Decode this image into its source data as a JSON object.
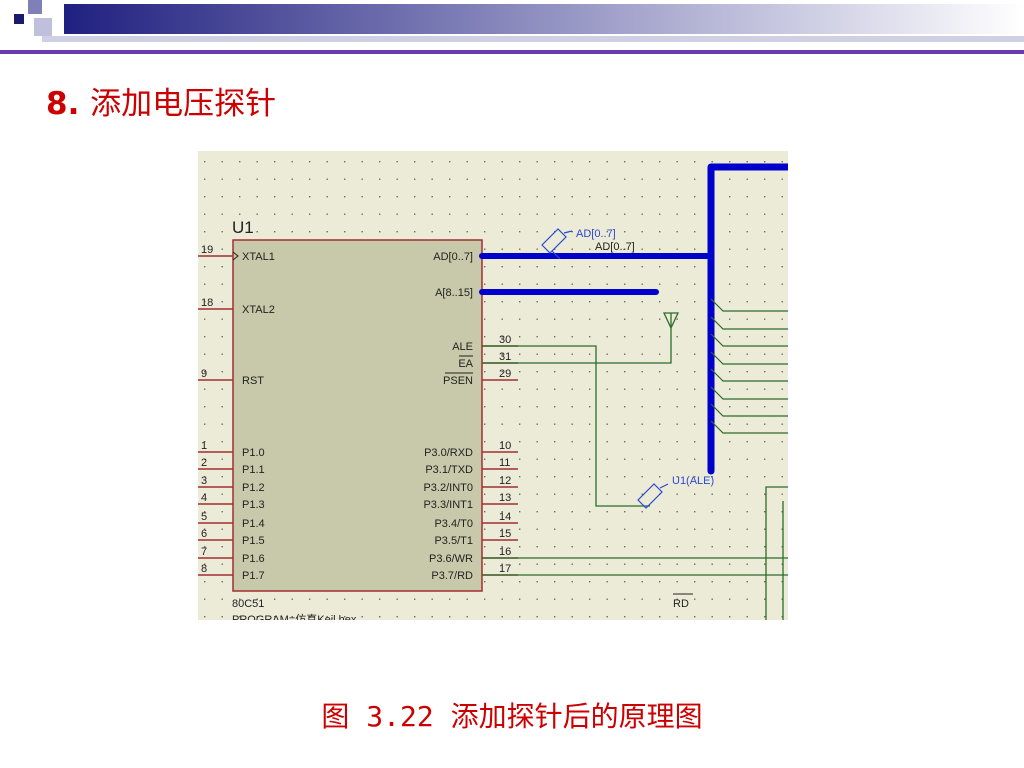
{
  "slide": {
    "title_number": "8.",
    "title_text": "添加电压探针",
    "caption": "图 3.22 添加探针后的原理图"
  },
  "schematic": {
    "chip": {
      "ref": "U1",
      "part": "80C51",
      "footer_partial": "PROGRAM=仿真Keil.hex"
    },
    "left_pins": [
      {
        "num": "19",
        "name": "XTAL1"
      },
      {
        "num": "18",
        "name": "XTAL2"
      },
      {
        "num": "9",
        "name": "RST"
      },
      {
        "num": "1",
        "name": "P1.0"
      },
      {
        "num": "2",
        "name": "P1.1"
      },
      {
        "num": "3",
        "name": "P1.2"
      },
      {
        "num": "4",
        "name": "P1.3"
      },
      {
        "num": "5",
        "name": "P1.4"
      },
      {
        "num": "6",
        "name": "P1.5"
      },
      {
        "num": "7",
        "name": "P1.6"
      },
      {
        "num": "8",
        "name": "P1.7"
      }
    ],
    "right_pins": [
      {
        "num": "",
        "name": "AD[0..7]"
      },
      {
        "num": "",
        "name": "A[8..15]"
      },
      {
        "num": "30",
        "name": "ALE"
      },
      {
        "num": "31",
        "name": "EA"
      },
      {
        "num": "29",
        "name": "PSEN"
      },
      {
        "num": "10",
        "name": "P3.0/RXD"
      },
      {
        "num": "11",
        "name": "P3.1/TXD"
      },
      {
        "num": "12",
        "name": "P3.2/INT0"
      },
      {
        "num": "13",
        "name": "P3.3/INT1"
      },
      {
        "num": "14",
        "name": "P3.4/T0"
      },
      {
        "num": "15",
        "name": "P3.5/T1"
      },
      {
        "num": "16",
        "name": "P3.6/WR"
      },
      {
        "num": "17",
        "name": "P3.7/RD"
      }
    ],
    "probes": {
      "bus_probe_label": "AD[0..7]",
      "ale_probe_label": "U1(ALE)"
    },
    "bus_label": "AD[0..7]",
    "rd_label": "RD",
    "colors": {
      "bus": "#0000cc",
      "wire": "#2a6e2a",
      "pin": "#a03030",
      "chip_fill": "#c8c8aa",
      "chip_border": "#a03030",
      "probe": "#2a4ad0",
      "title": "#cc0000"
    }
  }
}
